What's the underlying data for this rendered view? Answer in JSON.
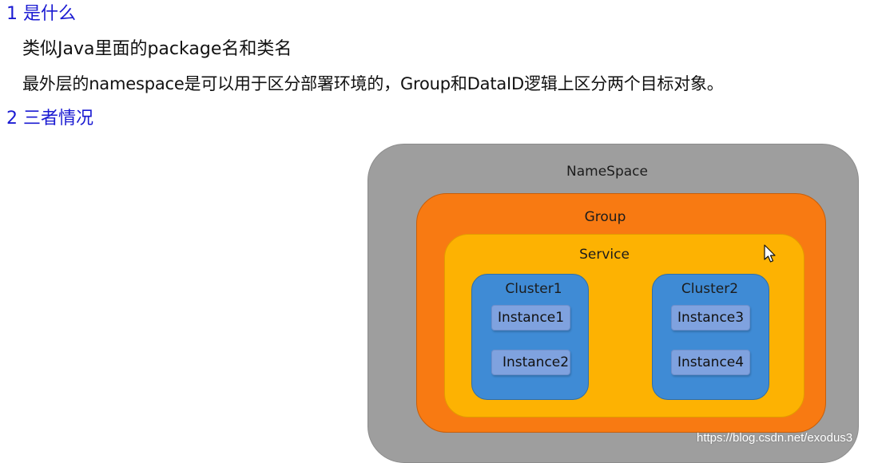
{
  "section1": {
    "heading": "1 是什么",
    "line1": "类似Java里面的package名和类名",
    "line2": "最外层的namespace是可以用于区分部署环境的，Group和DataID逻辑上区分两个目标对象。"
  },
  "section2": {
    "heading": "2 三者情况"
  },
  "diagram": {
    "namespace": "NameSpace",
    "group": "Group",
    "service": "Service",
    "clusters": [
      {
        "label": "Cluster1",
        "instances": [
          "Instance1",
          "Instance2"
        ]
      },
      {
        "label": "Cluster2",
        "instances": [
          "Instance3",
          "Instance4"
        ]
      }
    ],
    "colors": {
      "namespace": "#9e9e9e",
      "group": "#f87a12",
      "service": "#fdb202",
      "cluster": "#3f8bd5",
      "instance": "#7fa2df"
    }
  },
  "watermark": "https://blog.csdn.net/exodus3",
  "icons": {
    "cursor": "mouse-pointer-icon"
  }
}
